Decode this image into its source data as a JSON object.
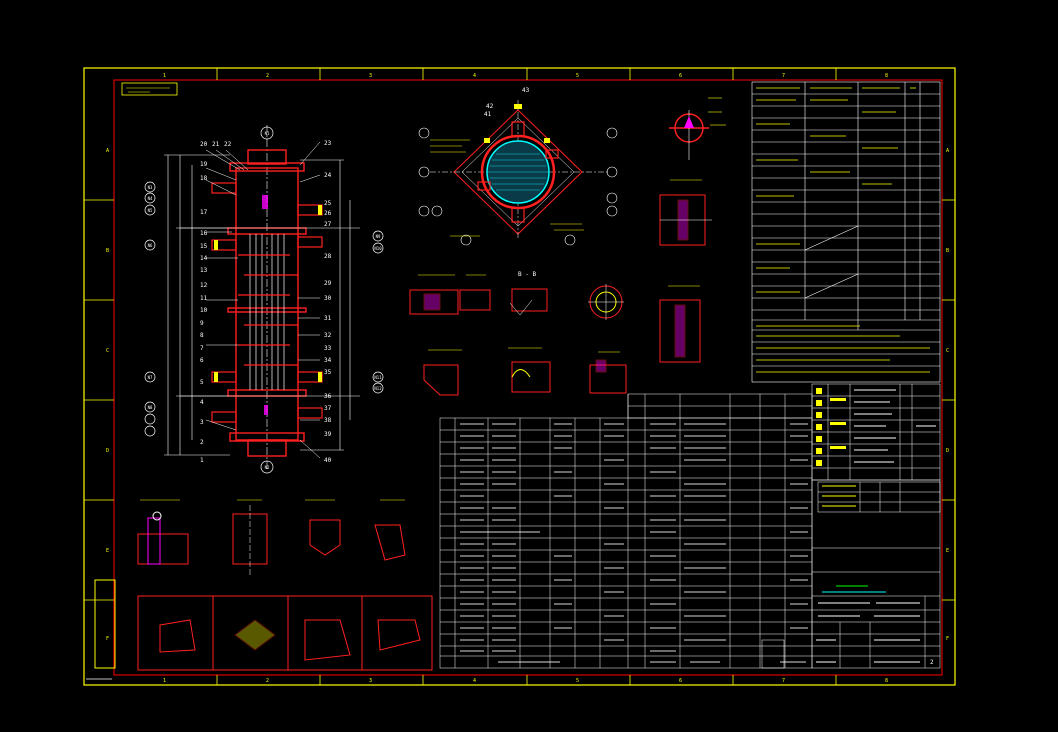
{
  "colors": {
    "background": "#000000",
    "outer_frame": "#ffff00",
    "inner_frame": "#ff0000",
    "main_lines": "#ff2020",
    "centerline": "#ffffff",
    "dimension": "#ffffff",
    "highlight": "#ffff00",
    "accent_cyan": "#00ffff",
    "accent_green": "#00ff00",
    "accent_magenta": "#ff00ff"
  },
  "frame": {
    "top_zone_numbers": [
      "1",
      "2",
      "3",
      "4",
      "5",
      "6",
      "7",
      "8"
    ],
    "bottom_zone_numbers": [
      "1",
      "2",
      "3",
      "4",
      "5",
      "6",
      "7",
      "8"
    ],
    "left_zone_letters": [
      "A",
      "B",
      "C",
      "D",
      "E",
      "F"
    ],
    "right_zone_letters": [
      "A",
      "B",
      "C",
      "D",
      "E",
      "F"
    ]
  },
  "main_view": {
    "nozzle_tags": [
      "N1",
      "N2",
      "N3",
      "N4",
      "N5",
      "N6",
      "N7",
      "N8",
      "N9",
      "N10",
      "N11",
      "N12"
    ],
    "part_numbers_left": [
      "20",
      "21",
      "22",
      "19",
      "18",
      "17",
      "16",
      "15",
      "14",
      "13",
      "12",
      "11",
      "10",
      "9",
      "8",
      "7",
      "6",
      "5",
      "4",
      "3",
      "2",
      "1"
    ],
    "part_numbers_right": [
      "23",
      "24",
      "25",
      "26",
      "27",
      "28",
      "29",
      "30",
      "31",
      "32",
      "33",
      "34",
      "35",
      "36",
      "37",
      "38",
      "39",
      "40"
    ]
  },
  "plan_view": {
    "part_numbers": [
      "41",
      "42",
      "43"
    ]
  },
  "section_labels": [
    "B - B"
  ],
  "page_number": "2"
}
